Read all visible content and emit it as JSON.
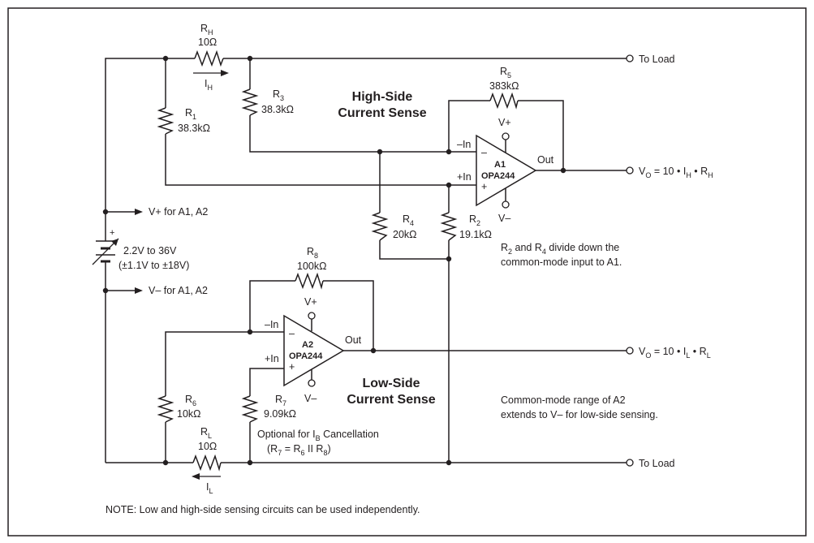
{
  "labels": {
    "rh": "R",
    "rh_sub": "H",
    "rh_val": "10Ω",
    "ih": "I",
    "ih_sub": "H",
    "r1": "R",
    "r1_sub": "1",
    "r1_val": "38.3kΩ",
    "r3": "R",
    "r3_sub": "3",
    "r3_val": "38.3kΩ",
    "r5": "R",
    "r5_sub": "5",
    "r5_val": "383kΩ",
    "r4": "R",
    "r4_sub": "4",
    "r4_val": "20kΩ",
    "r2": "R",
    "r2_sub": "2",
    "r2_val": "19.1kΩ",
    "r8": "R",
    "r8_sub": "8",
    "r8_val": "100kΩ",
    "r6": "R",
    "r6_sub": "6",
    "r6_val": "10kΩ",
    "r7": "R",
    "r7_sub": "7",
    "r7_val": "9.09kΩ",
    "rl": "R",
    "rl_sub": "L",
    "rl_val": "10Ω",
    "il": "I",
    "il_sub": "L",
    "high_side_1": "High-Side",
    "high_side_2": "Current Sense",
    "low_side_1": "Low-Side",
    "low_side_2": "Current Sense",
    "to_load_top": "To Load",
    "to_load_bottom": "To Load",
    "vo1_a": "V",
    "vo1_b": "O",
    "vo1_c": " = 10 • I",
    "vo1_d": "H",
    "vo1_e": " • R",
    "vo1_f": "H",
    "vo2_a": "V",
    "vo2_b": "O",
    "vo2_c": " = 10 • I",
    "vo2_d": "L",
    "vo2_e": " • R",
    "vo2_f": "L",
    "vplus_for": "V+ for A1, A2",
    "vminus_for": "V– for A1, A2",
    "battery_plus": "+",
    "supply_1": "2.2V to 36V",
    "supply_2": "(±1.1V to ±18V)",
    "a1_name": "A1",
    "a1_part": "OPA244",
    "a2_name": "A2",
    "a2_part": "OPA244",
    "minus_in": "–In",
    "plus_in": "+In",
    "out": "Out",
    "vplus": "V+",
    "vminus": "V–",
    "op_minus": "–",
    "op_plus": "+",
    "note_r2r4_1a": "R",
    "note_r2r4_1b": "2",
    "note_r2r4_1c": " and R",
    "note_r2r4_1d": "4",
    "note_r2r4_1e": " divide down the",
    "note_r2r4_2": "common-mode input to A1.",
    "optional_1a": "Optional for I",
    "optional_1b": "B",
    "optional_1c": " Cancellation",
    "optional_2a": "(R",
    "optional_2b": "7",
    "optional_2c": " = R",
    "optional_2d": "6",
    "optional_2e": " II R",
    "optional_2f": "8",
    "optional_2g": ")",
    "cm_range_1": "Common-mode range of A2",
    "cm_range_2": "extends to V– for low-side sensing.",
    "footnote": "NOTE: Low and high-side sensing circuits can be used independently."
  }
}
